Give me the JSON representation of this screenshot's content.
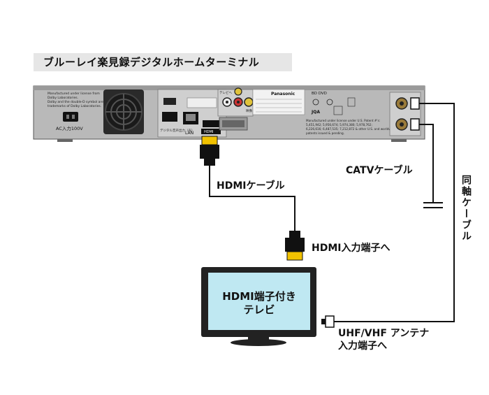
{
  "title": "ブルーレイ楽見録デジタルホームターミナル",
  "labels": {
    "hdmi_cable": "HDMIケーブル",
    "hdmi_input": "HDMI入力端子へ",
    "catv_cable": "CATVケーブル",
    "coax_cable": "同軸ケーブル",
    "uhf_vhf_line1": "UHF/VHF アンテナ",
    "uhf_vhf_line2": "入力端子へ",
    "tv_line1": "HDMI端子付き",
    "tv_line2": "テレビ"
  },
  "device_panel": {
    "license_left": [
      "Manufactured under license from",
      "Dolby Laboratories.",
      "Dolby and the double-D symbol are",
      "trademarks of Dolby Laboratories."
    ],
    "power_label": "AC入力100V",
    "lan_label": "LAN",
    "hdmi_port_label": "HDMI",
    "digital_out_label": "デジタル音声出力（光）",
    "brand": "Panasonic",
    "bd_dvd": "BD   DVD",
    "jqa": "JQA",
    "license_right": [
      "Manufactured under license under U.S. Patent #'s:",
      "5,451,942; 5,956,674; 5,974,380; 5,978,762;",
      "6,226,616; 6,487,535; 7,212,872 & other U.S. and worldwide",
      "patents issued & pending."
    ],
    "tv_out_label": "テレビへ",
    "video_label": "映像"
  },
  "colors": {
    "device_body": "#b9b9b9",
    "tv_screen": "#bfe8f2",
    "tv_frame": "#222222"
  }
}
